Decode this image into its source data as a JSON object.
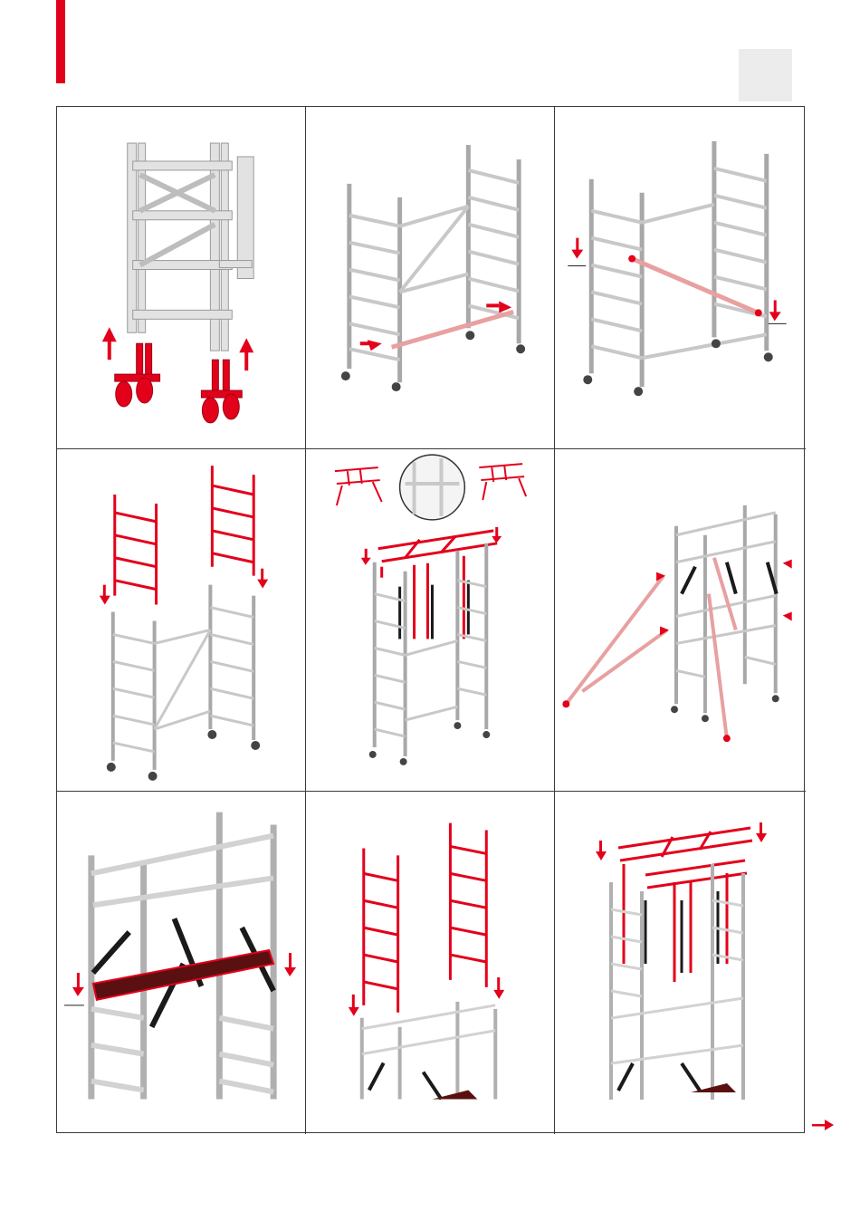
{
  "page": {
    "accent_color": "#e3001b",
    "frame_color": "#dcdcdc",
    "frame_stroke": "#9a9a9a",
    "brace_color": "#1a1a1a",
    "next_icon": "arrow-right-icon"
  },
  "steps": [
    {
      "id": 1,
      "content": "castor-wheels-inserted-into-frame-legs"
    },
    {
      "id": 2,
      "content": "horizontal-brace-fitted-between-frames"
    },
    {
      "id": 3,
      "content": "diagonal-brace-fitted-between-frames"
    },
    {
      "id": 4,
      "content": "extension-frames-placed-on-base"
    },
    {
      "id": 5,
      "content": "guardrail-frames-attached-with-detail-view"
    },
    {
      "id": 6,
      "content": "stabilisers-attached-to-tower"
    },
    {
      "id": 7,
      "content": "platform-placed-with-braces"
    },
    {
      "id": 8,
      "content": "upper-extension-frames-placed"
    },
    {
      "id": 9,
      "content": "top-guardrail-frames-attached"
    }
  ]
}
